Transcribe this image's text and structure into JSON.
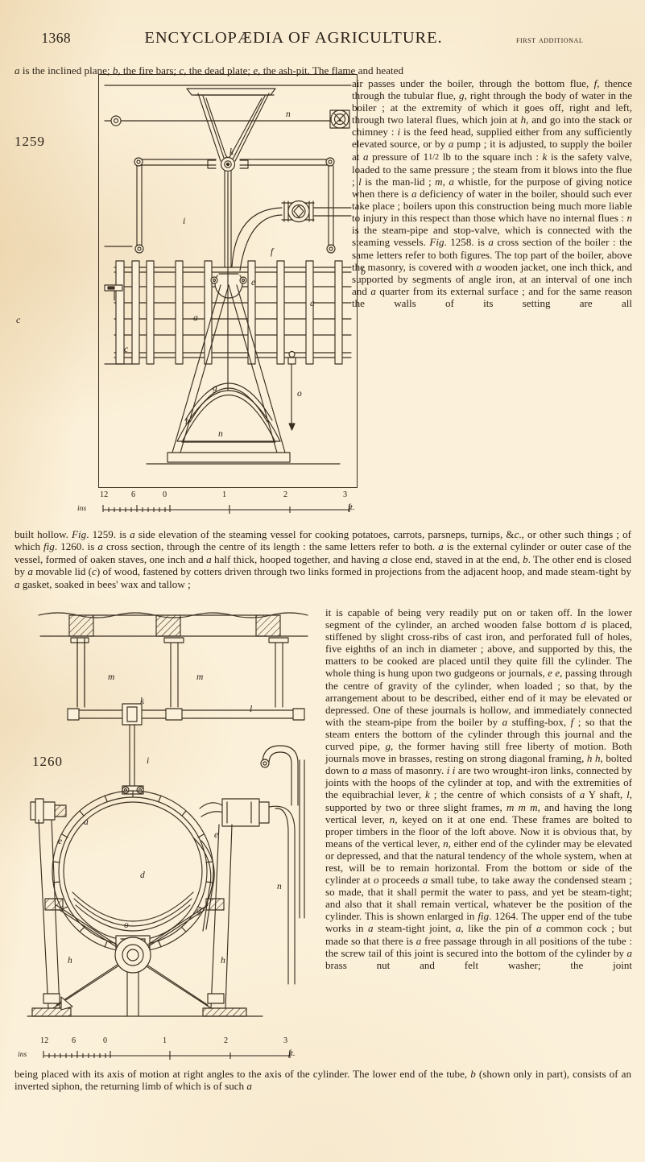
{
  "page": {
    "folio": "1368",
    "running_title": "ENCYCLOPÆDIA OF AGRICULTURE.",
    "running_subtitle": "FIRST ADDITIONAL"
  },
  "lead_line": "a is the inclined plane; b, the fire bars; c, the dead plate; e, the ash-pit.  The flame and heated",
  "right_column": "air passes under the boiler, through the bottom flue, f, thence through the tubular flue, g, right through the body of water in the boiler ; at the extremity of which it goes off, right and left, through two lateral flues, which join at h, and go into the stack or chimney : i is the feed head, supplied either from any sufficiently elevated source, or by a pump ; it is adjusted, to supply the boiler at a pressure of 1½ lb to the square inch : k is the safety valve, loaded to the same pressure ; the steam from it blows into the flue ; l is the man-lid ; m, a whistle, for the purpose of giving notice when there is a deficiency of water in the boiler, should such ever take place ; boilers upon this construction being much more liable to injury in this respect than those which have no internal flues : n is the steam-pipe and stop-valve, which is connected with the steaming vessels. Fig. 1258. is a cross section of the boiler : the same letters refer to both figures. The top part of the boiler, above the masonry, is covered with a wooden jacket, one inch thick, and supported by segments of angle iron, at an interval of one inch and a quarter from its external surface ; and for the same reason the walls of its setting are all",
  "middle_paragraph": "built hollow.  Fig. 1259. is a side elevation of the steaming vessel for cooking potatoes, carrots, parsneps, turnips, &c., or other such things ; of which fig. 1260. is a cross section, through the centre of its length : the same letters refer to both.  a is the external cylinder or outer case of the vessel, formed of oaken staves, one inch and a half thick, hooped together, and having a close end, staved in at the end, b.  The other end is closed by a movable lid (c) of wood, fastened by cotters driven through two links formed in projections from the adjacent hoop, and made steam-tight by a gasket, soaked in bees' wax and tallow ;",
  "right_column_2": "it is capable of being very readily put on or taken off.  In the lower segment of the cylinder, an arched wooden false bottom d is placed, stiffened by slight cross-ribs of cast iron, and perforated full of holes, five eighths of an inch in diameter ; above, and supported by this, the matters to be cooked are placed until they quite fill the cylinder.  The whole thing is hung upon two gudgeons or journals, e e, passing through the centre of gravity of the cylinder, when loaded ; so that, by the arrangement about to be described, either end of it may be elevated or depressed.  One of these journals is hollow, and immediately connected with the steam-pipe from the boiler by a stuffing-box, f ; so that the steam enters the bottom of the cylinder through this journal and the curved pipe, g, the former having still free liberty of motion.  Both journals move in brasses, resting on strong diagonal framing, h h, bolted down to a mass of masonry.  i i are two wrought-iron links, connected by joints with the hoops of the cylinder at top, and with the extremities of the equibrachial lever, k ; the centre of which consists of a Y shaft, l, supported by two or three slight frames, m m m, and having the long vertical lever, n, keyed on it at one end.  These frames are bolted to proper timbers in the floor of the loft above.  Now it is obvious that, by means of the vertical lever, n, either end of the cylinder may be elevated or depressed, and that the natural tendency of the whole system, when at rest, will be to remain horizontal.  From the bottom or side of the cylinder at o proceeds a small tube, to take away the condensed steam ; so made, that it shall permit the water to pass, and yet be steam-tight; and also that it shall remain vertical, whatever be the position of the cylinder.  This is shown enlarged in fig. 1264.  The upper end of the tube works in a steam-tight joint, a, like the pin of a common cock ; but made so that there is a free passage through in all positions of the tube : the screw tail of this joint is secured into the bottom of the cylinder by a brass nut and felt washer; the joint",
  "end_paragraph": "being placed with its axis of motion at right angles to the axis of the cylinder.  The lower end of the tube, b (shown only in part), consists of an inverted siphon, the returning limb of which is of such a",
  "final_line": "being placed with its axis of motion at right angles to the axis of the cylinder.  The lower end of the tube, b (shown only in part), consists of an inverted siphon, the returning limb of which is of such a",
  "bottom_paragraph": "being placed with its axis of motion at right angles to the axis of the cylinder.  The lower end of the tube, b (shown only in part), consists of an inverted siphon, the returning limb of which is of such a",
  "closing_paragraph": "being placed with its axis of motion at right angles to the axis of the cylinder.  The lower end of the tube, b (shown only in part), consists of an inverted siphon, the returning limb of which is of such a",
  "last_sentence": "being placed with its axis of motion at right angles to the axis of the cylinder.  The lower end of the tube, b (shown only in part), consists of an inverted siphon, the returning limb of which is of such a",
  "tail_note": "being placed with its axis of motion at right angles to the axis of the cylinder.  The lower end of the tube, b (shown only in part), consists of an inverted siphon, the returning limb of which is of such a",
  "figures": [
    {
      "number": "1259",
      "caption_letters": [
        "a",
        "b",
        "c",
        "e",
        "f",
        "g",
        "h",
        "i",
        "k",
        "n",
        "o"
      ],
      "scale": {
        "unit_left": "ins",
        "unit_right": "ft.",
        "inch_ticks": [
          "12",
          "6",
          "0"
        ],
        "foot_ticks": [
          "1",
          "2",
          "3"
        ]
      }
    },
    {
      "number": "1260",
      "caption_letters": [
        "a",
        "d",
        "e",
        "g",
        "h",
        "i",
        "k",
        "l",
        "m",
        "n",
        "o"
      ],
      "scale": {
        "unit_left": "ins",
        "unit_right": "ft.",
        "inch_ticks": [
          "12",
          "6",
          "0"
        ],
        "foot_ticks": [
          "1",
          "2",
          "3"
        ]
      }
    }
  ],
  "colors": {
    "paper": "#fbf0d9",
    "ink": "#2b2218",
    "engraving_ink": "#3a2f20"
  }
}
